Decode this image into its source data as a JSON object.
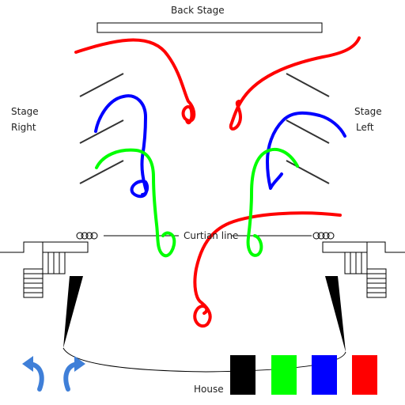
{
  "labels": {
    "back_stage": "Back Stage",
    "stage_right_line1": "Stage",
    "stage_right_line2": "Right",
    "stage_left_line1": "Stage",
    "stage_left_line2": "Left",
    "curtain_line": "Curtian line",
    "house": "House"
  },
  "toolbar": {
    "undo_icon": "undo-arrow-icon",
    "redo_icon": "redo-arrow-icon",
    "icon_color": "#3f7fd8"
  },
  "palette": {
    "colors": [
      "#000000",
      "#00ff00",
      "#0000ff",
      "#ff0000"
    ],
    "names": [
      "black",
      "green",
      "blue",
      "red"
    ]
  },
  "strokes": {
    "red": "#ff0000",
    "green": "#00ff00",
    "blue": "#0000ff"
  }
}
